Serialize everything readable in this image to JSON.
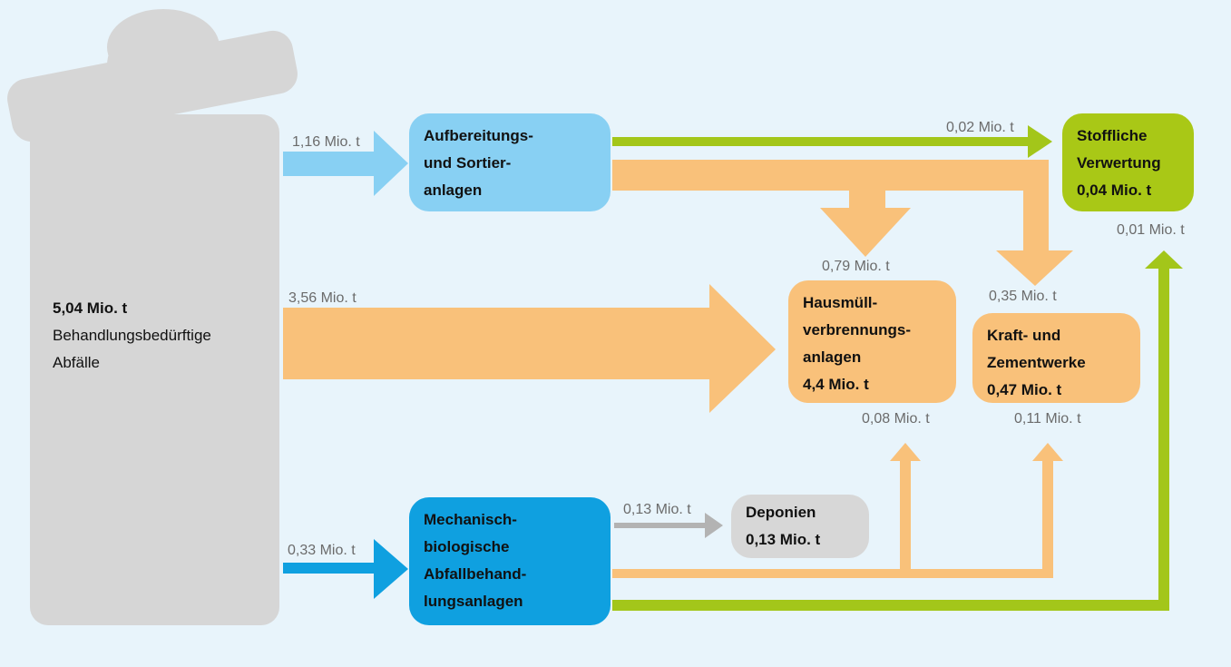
{
  "colors": {
    "background": "#e8f4fb",
    "bin": "#d6d6d6",
    "light_blue": "#88d0f3",
    "blue": "#0fa0e0",
    "orange": "#f9c17a",
    "green": "#a3c61a",
    "gray": "#b3b3b3",
    "green_box": "#a9c816",
    "gray_box": "#d7d7d7"
  },
  "nodes": {
    "bin": {
      "value": "5,04 Mio. t",
      "label": "Behandlungsbedürftige",
      "label2": "Abfälle"
    },
    "sort": {
      "line1": "Aufbereitungs-",
      "line2": "und Sortier-",
      "line3": "anlagen"
    },
    "mba": {
      "line1": "Mechanisch-",
      "line2": "biologische",
      "line3": "Abfallbehand-",
      "line4": "lungsanlagen"
    },
    "hmva": {
      "line1": "Hausmüll-",
      "line2": "verbrennungs-",
      "line3": "anlagen",
      "value": "4,4 Mio. t"
    },
    "kraft": {
      "line1": "Kraft- und",
      "line2": "Zementwerke",
      "value": "0,47 Mio. t"
    },
    "stoff": {
      "line1": "Stoffliche",
      "line2": "Verwertung",
      "value": "0,04 Mio. t"
    },
    "deponie": {
      "line1": "Deponien",
      "value": "0,13 Mio. t"
    }
  },
  "flows": {
    "bin_sort": "1,16 Mio. t",
    "bin_hmva": "3,56 Mio. t",
    "bin_mba": "0,33 Mio. t",
    "sort_stoff": "0,02 Mio. t",
    "sort_hmva": "0,79 Mio. t",
    "sort_kraft": "0,35 Mio. t",
    "mba_stoff": "0,01 Mio. t",
    "mba_hmva": "0,08 Mio. t",
    "mba_kraft": "0,11 Mio. t",
    "mba_deponie": "0,13 Mio. t"
  }
}
